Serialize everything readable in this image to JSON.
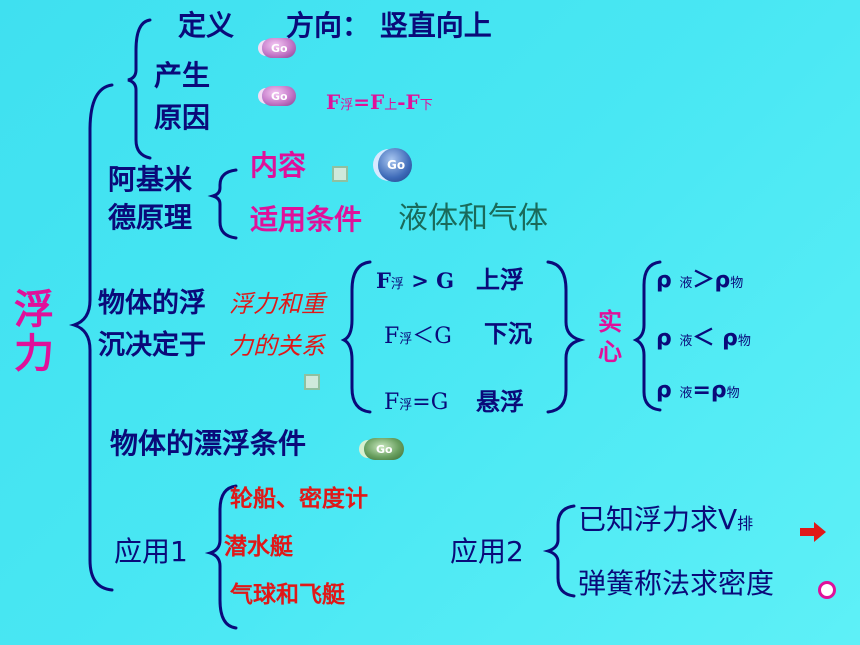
{
  "root": "浮力",
  "row1": {
    "dingyi": "定义",
    "fangxiang": "方向： 竖直向上",
    "go_label": "Go"
  },
  "row2": {
    "chansheng": "产生",
    "yuanyin": "原因",
    "formula": {
      "F1": "F",
      "fu": "浮",
      "eq": "=F",
      "shang": "上",
      "minus": "-F",
      "xia": "下"
    }
  },
  "archimedes": {
    "line1": "阿基米",
    "line2": "德原理",
    "neirong": "内容",
    "shiyong": "适用条件",
    "fluid": "液体和气体"
  },
  "sinkfloat": {
    "line1": "物体的浮",
    "line2": "沉决定于",
    "rel1": "浮力和重",
    "rel2": "力的关系",
    "cases": [
      {
        "F": "F",
        "sub": "浮",
        "op": " > G",
        "result": "上浮"
      },
      {
        "F": "F",
        "sub": "浮",
        "op": "＜G",
        "result": "下沉"
      },
      {
        "F": "F",
        "sub": "浮",
        "op": "=G",
        "result": "悬浮"
      }
    ],
    "solid1": "实",
    "solid2": "心",
    "rho": [
      {
        "rho": "ρ",
        "sub1": "液",
        "op": "＞ρ",
        "sub2": "物"
      },
      {
        "rho": "ρ",
        "sub1": "液",
        "op": "＜ ρ",
        "sub2": "物"
      },
      {
        "rho": "ρ",
        "sub1": "液",
        "op": "=ρ",
        "sub2": "物"
      }
    ]
  },
  "floating": {
    "title": "物体的漂浮条件"
  },
  "app1": {
    "label": "应用1",
    "items": [
      "轮船、密度计",
      "潜水艇",
      "气球和飞艇"
    ]
  },
  "app2": {
    "label": "应用2",
    "items": [
      "已知浮力求V",
      "弹簧称法求密度"
    ],
    "pai": "排"
  }
}
